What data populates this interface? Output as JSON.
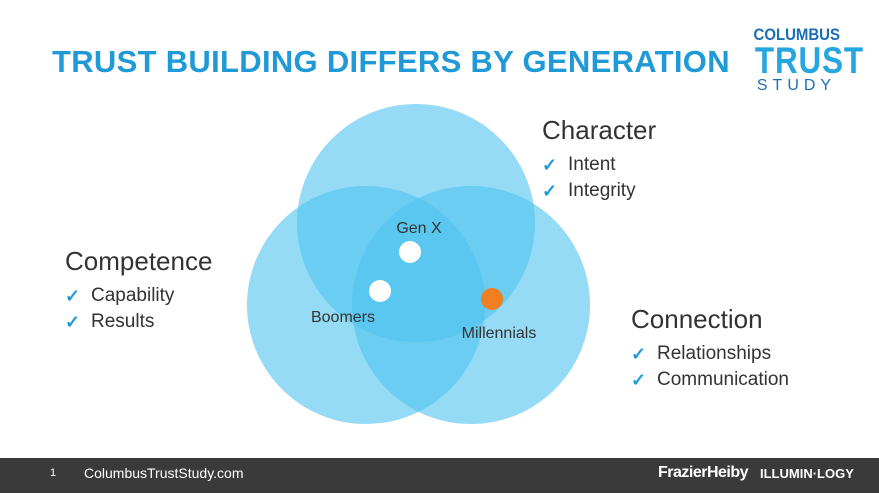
{
  "title": "TRUST BUILDING DIFFERS BY GENERATION",
  "logo": {
    "line1": "COLUMBUS",
    "line2": "TRUST",
    "line3": "STUDY"
  },
  "groups": {
    "character": {
      "heading": "Character",
      "items": [
        "Intent",
        "Integrity"
      ]
    },
    "competence": {
      "heading": "Competence",
      "items": [
        "Capability",
        "Results"
      ]
    },
    "connection": {
      "heading": "Connection",
      "items": [
        "Relationships",
        "Communication"
      ]
    }
  },
  "venn": {
    "circle_color": "#4ec3ee",
    "labels": {
      "genx": "Gen X",
      "boomers": "Boomers",
      "millennials": "Millennials"
    },
    "marker_colors": {
      "genx": "#ffffff",
      "boomers": "#ffffff",
      "millennials": "#f07f22"
    }
  },
  "footer": {
    "page_number": "1",
    "url": "ColumbusTrustStudy.com",
    "brand1": "FrazierHeiby",
    "brand2": "ILLUMIN·LOGY"
  },
  "colors": {
    "accent": "#1f9ad6",
    "footer_bg": "#3a3a3a"
  }
}
